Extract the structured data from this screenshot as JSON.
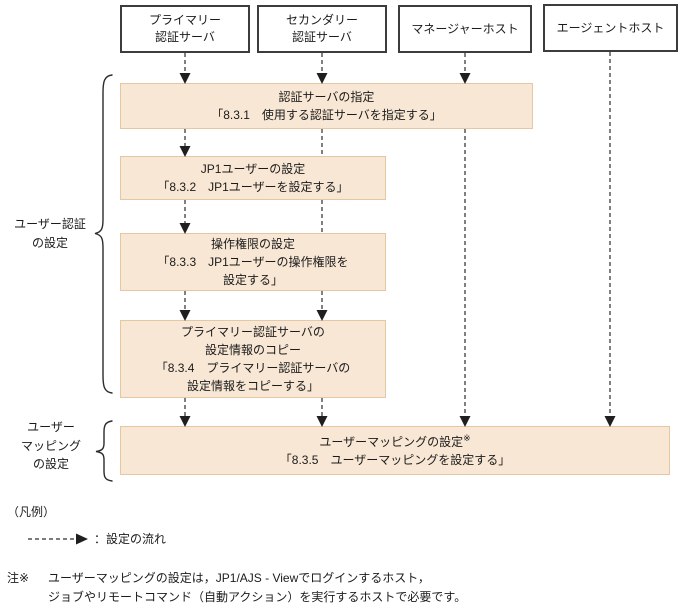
{
  "columns": [
    {
      "label": "プライマリー\n認証サーバ"
    },
    {
      "label": "セカンダリー\n認証サーバ"
    },
    {
      "label": "マネージャーホスト"
    },
    {
      "label": "エージェントホスト"
    }
  ],
  "steps": [
    {
      "title": "認証サーバの指定",
      "ref": "「8.3.1　使用する認証サーバを指定する」"
    },
    {
      "title": "JP1ユーザーの設定",
      "ref": "「8.3.2　JP1ユーザーを設定する」"
    },
    {
      "title": "操作権限の設定",
      "ref": "「8.3.3　JP1ユーザーの操作権限を\n設定する」"
    },
    {
      "title": "プライマリー認証サーバの\n設定情報のコピー",
      "ref": "「8.3.4　プライマリー認証サーバの\n設定情報をコピーする」"
    },
    {
      "title": "ユーザーマッピングの設定",
      "note_mark": "※",
      "ref": "「8.3.5　ユーザーマッピングを設定する」"
    }
  ],
  "groups": [
    {
      "label": "ユーザー認証\nの設定"
    },
    {
      "label": "ユーザー\nマッピング\nの設定"
    }
  ],
  "legend": {
    "heading": "（凡例）",
    "arrow_label": "：設定の流れ"
  },
  "note": {
    "marker": "注※",
    "text": "ユーザーマッピングの設定は，JP1/AJS - Viewでログインするホスト，\nジョブやリモートコマンド（自動アクション）を実行するホストで必要です。"
  },
  "colors": {
    "step_box_fill": "#f8e7d4",
    "step_box_border": "#e5c8a3",
    "host_box_border": "#3c3c3c",
    "flow_line": "#2d2d2d"
  }
}
